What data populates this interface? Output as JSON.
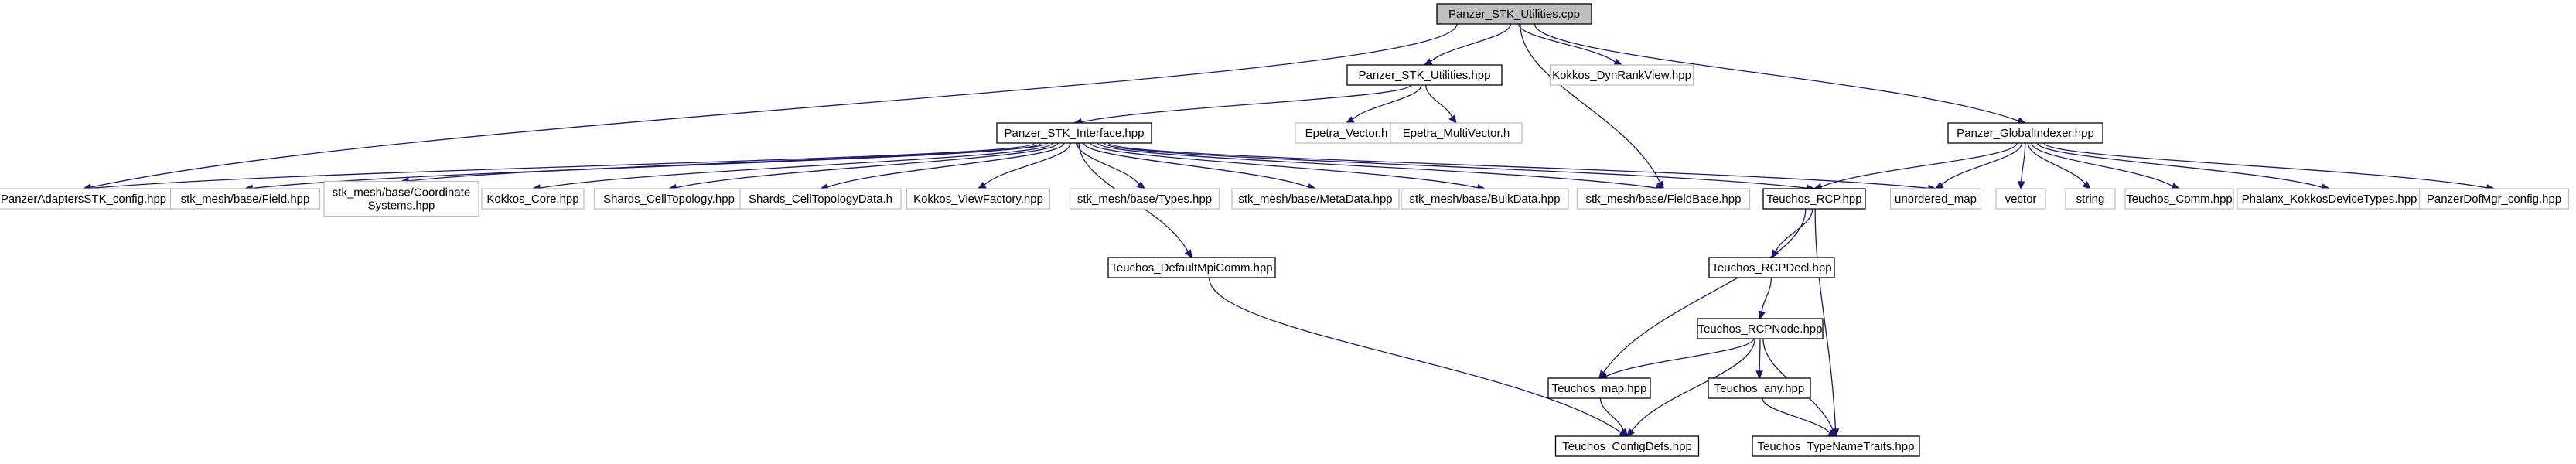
{
  "graph": {
    "title": "Panzer_STK_Utilities.cpp include dependency graph",
    "colors": {
      "edge": "#191970",
      "root_fill": "#bfbfbf",
      "node_fill": "#ffffff",
      "documented_border": "#000000",
      "external_border": "#bfbfbf",
      "text": "#000000"
    },
    "nodes": [
      {
        "id": "root",
        "lines": [
          "Panzer_STK_Utilities.cpp"
        ],
        "kind": "root"
      },
      {
        "id": "utilhpp",
        "lines": [
          "Panzer_STK_Utilities.hpp"
        ],
        "kind": "documented"
      },
      {
        "id": "dynrank",
        "lines": [
          "Kokkos_DynRankView.hpp"
        ],
        "kind": "external"
      },
      {
        "id": "iface",
        "lines": [
          "Panzer_STK_Interface.hpp"
        ],
        "kind": "documented"
      },
      {
        "id": "evec",
        "lines": [
          "Epetra_Vector.h"
        ],
        "kind": "external"
      },
      {
        "id": "emvec",
        "lines": [
          "Epetra_MultiVector.h"
        ],
        "kind": "external"
      },
      {
        "id": "gidx",
        "lines": [
          "Panzer_GlobalIndexer.hpp"
        ],
        "kind": "documented"
      },
      {
        "id": "adapters",
        "lines": [
          "PanzerAdaptersSTK_config.hpp"
        ],
        "kind": "external"
      },
      {
        "id": "field",
        "lines": [
          "stk_mesh/base/Field.hpp"
        ],
        "kind": "external"
      },
      {
        "id": "coord",
        "lines": [
          "stk_mesh/base/Coordinate",
          "Systems.hpp"
        ],
        "kind": "external"
      },
      {
        "id": "kcore",
        "lines": [
          "Kokkos_Core.hpp"
        ],
        "kind": "external"
      },
      {
        "id": "celltopo",
        "lines": [
          "Shards_CellTopology.hpp"
        ],
        "kind": "external"
      },
      {
        "id": "celldata",
        "lines": [
          "Shards_CellTopologyData.h"
        ],
        "kind": "external"
      },
      {
        "id": "viewfac",
        "lines": [
          "Kokkos_ViewFactory.hpp"
        ],
        "kind": "external"
      },
      {
        "id": "types",
        "lines": [
          "stk_mesh/base/Types.hpp"
        ],
        "kind": "external"
      },
      {
        "id": "meta",
        "lines": [
          "stk_mesh/base/MetaData.hpp"
        ],
        "kind": "external"
      },
      {
        "id": "bulk",
        "lines": [
          "stk_mesh/base/BulkData.hpp"
        ],
        "kind": "external"
      },
      {
        "id": "fbase",
        "lines": [
          "stk_mesh/base/FieldBase.hpp"
        ],
        "kind": "external"
      },
      {
        "id": "rcp",
        "lines": [
          "Teuchos_RCP.hpp"
        ],
        "kind": "documented"
      },
      {
        "id": "umap",
        "lines": [
          "unordered_map"
        ],
        "kind": "external"
      },
      {
        "id": "vector",
        "lines": [
          "vector"
        ],
        "kind": "external"
      },
      {
        "id": "string",
        "lines": [
          "string"
        ],
        "kind": "external"
      },
      {
        "id": "tcomm",
        "lines": [
          "Teuchos_Comm.hpp"
        ],
        "kind": "external"
      },
      {
        "id": "phalanx",
        "lines": [
          "Phalanx_KokkosDeviceTypes.hpp"
        ],
        "kind": "external"
      },
      {
        "id": "dofmgr",
        "lines": [
          "PanzerDofMgr_config.hpp"
        ],
        "kind": "external"
      },
      {
        "id": "mpicomm",
        "lines": [
          "Teuchos_DefaultMpiComm.hpp"
        ],
        "kind": "documented"
      },
      {
        "id": "rcpdecl",
        "lines": [
          "Teuchos_RCPDecl.hpp"
        ],
        "kind": "documented"
      },
      {
        "id": "rcpnode",
        "lines": [
          "Teuchos_RCPNode.hpp"
        ],
        "kind": "documented"
      },
      {
        "id": "tmap",
        "lines": [
          "Teuchos_map.hpp"
        ],
        "kind": "documented"
      },
      {
        "id": "tany",
        "lines": [
          "Teuchos_any.hpp"
        ],
        "kind": "documented"
      },
      {
        "id": "cfgdefs",
        "lines": [
          "Teuchos_ConfigDefs.hpp"
        ],
        "kind": "documented"
      },
      {
        "id": "tnt",
        "lines": [
          "Teuchos_TypeNameTraits.hpp"
        ],
        "kind": "documented"
      }
    ],
    "edges": [
      [
        "root",
        "utilhpp"
      ],
      [
        "root",
        "dynrank"
      ],
      [
        "root",
        "gidx"
      ],
      [
        "root",
        "adapters"
      ],
      [
        "root",
        "fbase"
      ],
      [
        "utilhpp",
        "iface"
      ],
      [
        "utilhpp",
        "evec"
      ],
      [
        "utilhpp",
        "emvec"
      ],
      [
        "iface",
        "adapters"
      ],
      [
        "iface",
        "field"
      ],
      [
        "iface",
        "coord"
      ],
      [
        "iface",
        "kcore"
      ],
      [
        "iface",
        "celltopo"
      ],
      [
        "iface",
        "celldata"
      ],
      [
        "iface",
        "viewfac"
      ],
      [
        "iface",
        "types"
      ],
      [
        "iface",
        "meta"
      ],
      [
        "iface",
        "bulk"
      ],
      [
        "iface",
        "fbase"
      ],
      [
        "iface",
        "rcp"
      ],
      [
        "iface",
        "umap"
      ],
      [
        "iface",
        "mpicomm"
      ],
      [
        "gidx",
        "rcp"
      ],
      [
        "gidx",
        "umap"
      ],
      [
        "gidx",
        "vector"
      ],
      [
        "gidx",
        "string"
      ],
      [
        "gidx",
        "tcomm"
      ],
      [
        "gidx",
        "phalanx"
      ],
      [
        "gidx",
        "dofmgr"
      ],
      [
        "rcp",
        "rcpdecl"
      ],
      [
        "rcp",
        "tmap"
      ],
      [
        "rcp",
        "tnt"
      ],
      [
        "rcpdecl",
        "rcpnode"
      ],
      [
        "rcpnode",
        "tmap"
      ],
      [
        "rcpnode",
        "tany"
      ],
      [
        "rcpnode",
        "cfgdefs"
      ],
      [
        "rcpnode",
        "tnt"
      ],
      [
        "tmap",
        "cfgdefs"
      ],
      [
        "tany",
        "tnt"
      ],
      [
        "mpicomm",
        "cfgdefs"
      ]
    ]
  }
}
